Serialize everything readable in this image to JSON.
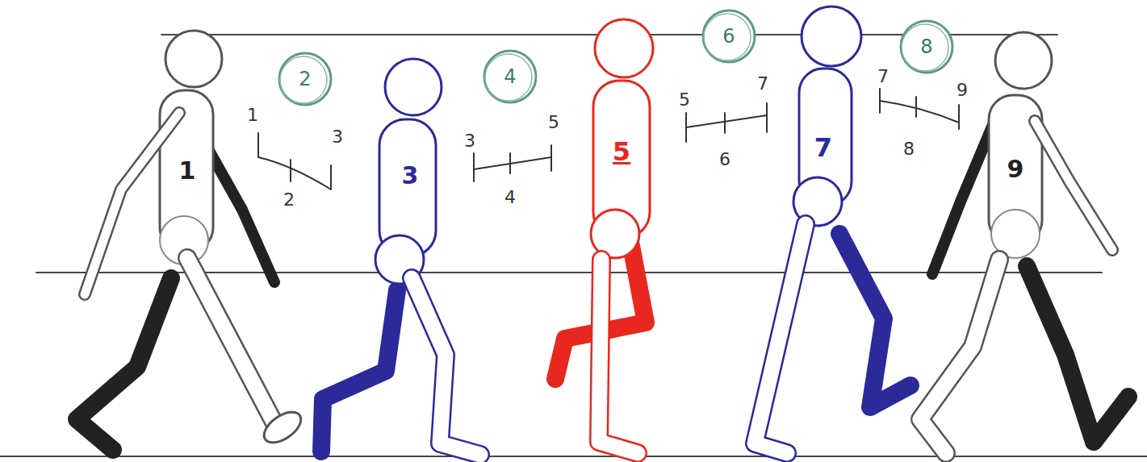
{
  "diagram": {
    "nodes": [
      {
        "text": [
          "2"
        ]
      },
      {
        "text": [
          "4"
        ]
      },
      {
        "text": [
          "6"
        ]
      },
      {
        "text": [
          "8"
        ]
      }
    ],
    "labels": [
      "1",
      "1",
      "3",
      "2",
      "3",
      "3",
      "5",
      "4",
      "5",
      "5",
      "7",
      "6",
      "7",
      "7",
      "9",
      "8",
      "9"
    ]
  }
}
